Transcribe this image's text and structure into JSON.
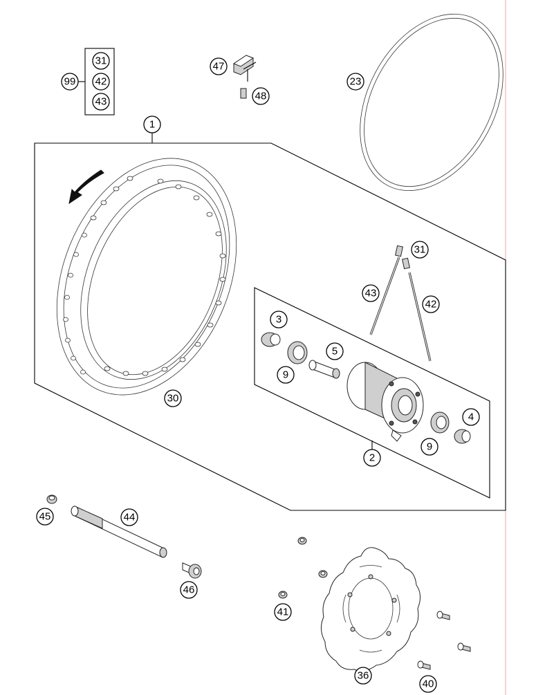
{
  "callouts": {
    "c1": "1",
    "c2": "2",
    "c3": "3",
    "c4": "4",
    "c5": "5",
    "c9a": "9",
    "c9b": "9",
    "c23": "23",
    "c30": "30",
    "c31_kit": "31",
    "c42_kit": "42",
    "c43_kit": "43",
    "c31": "31",
    "c42": "42",
    "c43": "43",
    "c36": "36",
    "c40": "40",
    "c41": "41",
    "c44": "44",
    "c45": "45",
    "c46": "46",
    "c47": "47",
    "c48": "48",
    "c99": "99"
  },
  "colors": {
    "line": "#000000",
    "part_fill": "#ffffff",
    "metal": "#cfcfcf",
    "margin_rule": "#f2a0a0"
  }
}
